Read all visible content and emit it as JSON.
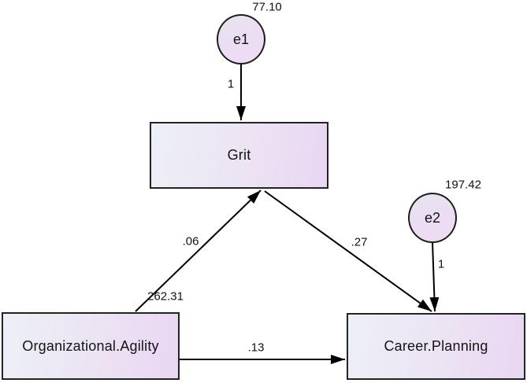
{
  "diagram": {
    "type": "sem-path-diagram",
    "nodes": {
      "e1": {
        "label": "e1",
        "variance": "77.10",
        "shape": "circle"
      },
      "e2": {
        "label": "e2",
        "variance": "197.42",
        "shape": "circle"
      },
      "grit": {
        "label": "Grit",
        "shape": "rectangle"
      },
      "organizational_agility": {
        "label": "Organizational.Agility",
        "variance": "262.31",
        "shape": "rectangle"
      },
      "career_planning": {
        "label": "Career.Planning",
        "shape": "rectangle"
      }
    },
    "edges": {
      "e1_to_grit": {
        "from": "e1",
        "to": "grit",
        "weight": "1"
      },
      "e2_to_career_planning": {
        "from": "e2",
        "to": "career_planning",
        "weight": "1"
      },
      "oa_to_grit": {
        "from": "organizational_agility",
        "to": "grit",
        "weight": ".06"
      },
      "grit_to_career_planning": {
        "from": "grit",
        "to": "career_planning",
        "weight": ".27"
      },
      "oa_to_career_planning": {
        "from": "organizational_agility",
        "to": "career_planning",
        "weight": ".13"
      }
    },
    "colors": {
      "background": "#ffffff",
      "node_border": "#232323",
      "node_fill_left": "#edf0f6",
      "node_fill_right": "#e9d6f3",
      "circle_fill_top": "#e7e5ef",
      "circle_fill_bottom": "#f0ddf6",
      "arrow": "#000000",
      "text": "#141414"
    }
  }
}
